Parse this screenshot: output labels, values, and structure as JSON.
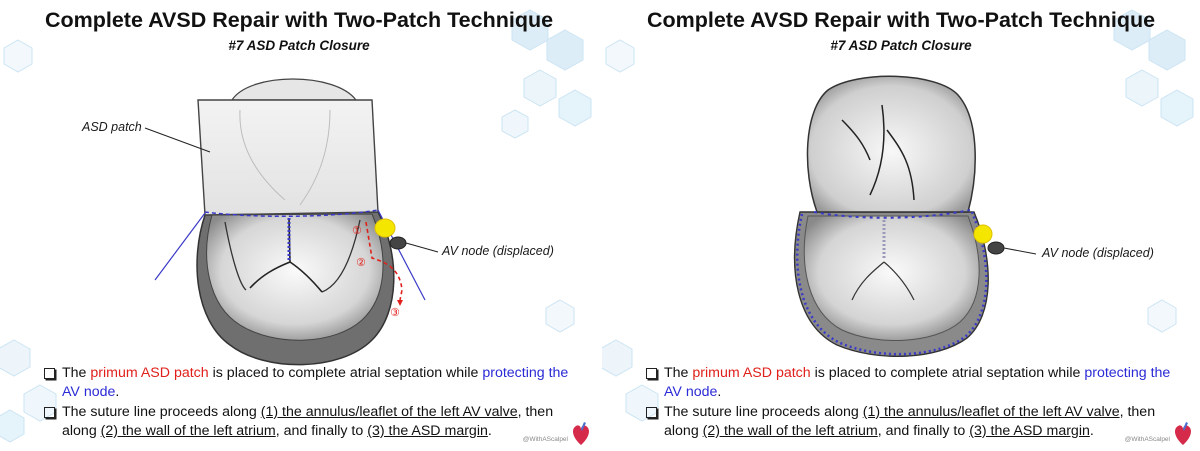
{
  "slides": [
    {
      "title": "Complete AVSD Repair with Two-Patch Technique",
      "subtitle": "#7 ASD Patch Closure",
      "labels": {
        "asd_patch": "ASD patch",
        "av_node": "AV node (displaced)",
        "step1": "①",
        "step2": "②",
        "step3": "③"
      },
      "bullet1": {
        "t1": "The ",
        "t2": "primum ASD patch",
        "t3": " is placed to complete atrial septation while ",
        "t4": "protecting the AV node",
        "t5": "."
      },
      "bullet2": {
        "t1": "The suture line proceeds along ",
        "t2": "(1) the annulus/leaflet of the left AV valve",
        "t3": ", then along ",
        "t4": "(2) the wall of the left atrium",
        "t5": ", and finally to ",
        "t6": "(3) the ASD margin",
        "t7": "."
      },
      "credit": "@WithAScalpel"
    },
    {
      "title": "Complete AVSD Repair with Two-Patch Technique",
      "subtitle": "#7 ASD Patch Closure",
      "labels": {
        "av_node": "AV node (displaced)"
      },
      "bullet1": {
        "t1": "The ",
        "t2": "primum ASD patch",
        "t3": " is placed to complete atrial septation while ",
        "t4": "protecting the AV node",
        "t5": "."
      },
      "bullet2": {
        "t1": "The suture line proceeds along ",
        "t2": "(1) the annulus/leaflet of the left AV valve",
        "t3": ", then along ",
        "t4": "(2) the wall of the left atrium",
        "t5": ", and finally to ",
        "t6": "(3) the ASD margin",
        "t7": "."
      },
      "credit": "@WithAScalpel"
    }
  ],
  "colors": {
    "accent_red": "#e0201b",
    "accent_blue": "#2b2bd6",
    "suture_blue": "#3a3ac8",
    "av_node_yellow": "#f5e600",
    "hex_blue": "#a9d4ec"
  }
}
